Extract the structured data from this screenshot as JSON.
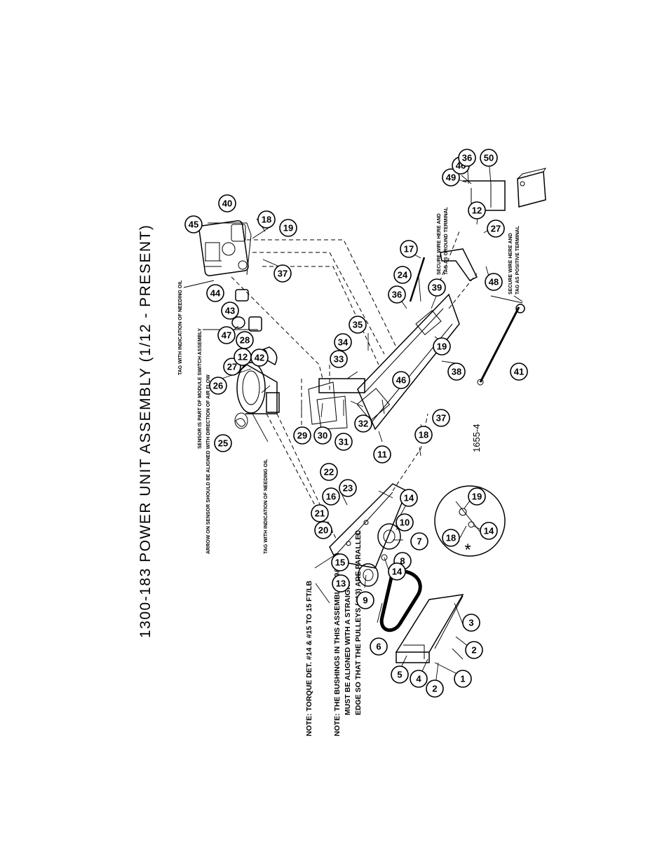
{
  "title": "1300-183 POWER UNIT ASSEMBLY (1/12 - PRESENT)",
  "drawing_number": "1655-4",
  "notes": {
    "torque_note": "NOTE: TORQUE DET. #14 & #15 TO 15 FT/LB",
    "bushing_note_1": "NOTE: THE BUSHINGS IN THIS ASSEMBLY (#9&#10)",
    "bushing_note_2": "MUST BE ALIGNED WITH A STRAIGHT",
    "bushing_note_3": "EDGE SO THAT THE PULLEYS (#13) ARE PARALLEL"
  },
  "annotations": {
    "tag_oil_engine": "TAG WITH INDICATION OF NEEDING OIL",
    "sensor_part": "SENSOR IS PART OF MODULE SWITCH ASSEMBLY",
    "arrow_sensor": "ARROW ON SENSOR SHOULD BE ALIGNED WITH DIRECTION OF AIR FLOW",
    "tag_oil_pump": "TAG WITH INDICATION OF NEEDING OIL",
    "ground_1": "SECURE WIRE HERE AND",
    "ground_2": "TAG AS GROUND TERMINAL",
    "positive_1": "SECURE WIRE HERE AND",
    "positive_2": "TAG AS POSITIVE TERMINAL",
    "detail_mark": "*"
  },
  "callouts": [
    "45",
    "40",
    "18",
    "19",
    "37",
    "44",
    "43",
    "47",
    "28",
    "27",
    "12",
    "42",
    "26",
    "25",
    "29",
    "30",
    "31",
    "32",
    "33",
    "34",
    "35",
    "36",
    "24",
    "17",
    "39",
    "19",
    "46",
    "38",
    "11",
    "18",
    "37",
    "41",
    "48",
    "27",
    "12",
    "49",
    "46",
    "36",
    "50",
    "22",
    "16",
    "23",
    "21",
    "20",
    "15",
    "13",
    "9",
    "14",
    "10",
    "7",
    "8",
    "14",
    "6",
    "5",
    "4",
    "3",
    "2",
    "2",
    "1",
    "19",
    "18",
    "14"
  ]
}
